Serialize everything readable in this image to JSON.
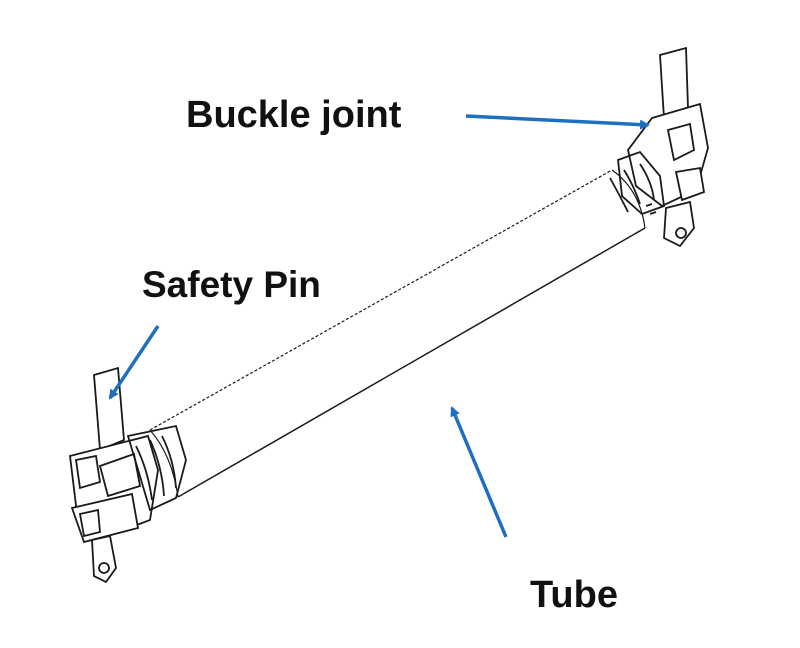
{
  "labels": {
    "buckle_joint": "Buckle joint",
    "safety_pin": "Safety Pin",
    "tube": "Tube"
  },
  "colors": {
    "arrow": "#1f6fbf",
    "line": "#1a1a1a",
    "label": "#111111",
    "background": "#ffffff"
  }
}
